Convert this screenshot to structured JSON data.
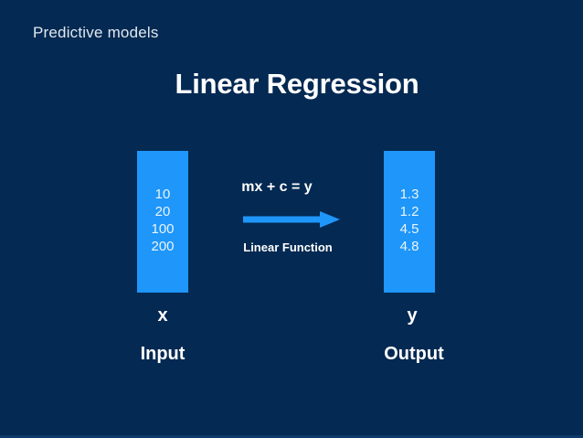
{
  "slide": {
    "background_color": "#042952",
    "accent_color": "#1e96fa",
    "subtitle": "Predictive models",
    "title": "Linear Regression"
  },
  "input_block": {
    "box_color": "#1e96fa",
    "values": [
      "10",
      "20",
      "100",
      "200"
    ],
    "variable_label": "x",
    "role_label": "Input"
  },
  "transform": {
    "equation": "mx + c = y",
    "arrow_label": "arrow-right-icon",
    "function_label": "Linear Function"
  },
  "output_block": {
    "box_color": "#1e96fa",
    "values": [
      "1.3",
      "1.2",
      "4.5",
      "4.8"
    ],
    "variable_label": "y",
    "role_label": "Output"
  }
}
